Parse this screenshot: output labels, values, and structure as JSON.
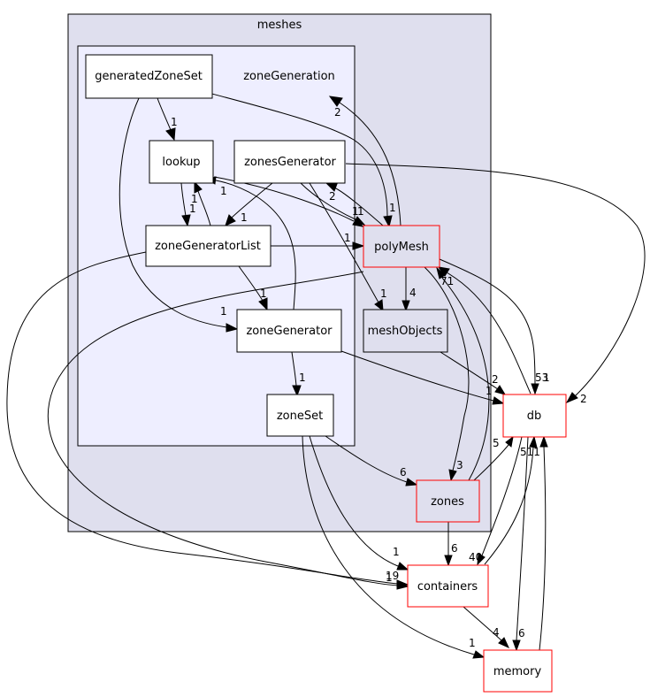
{
  "clusters": {
    "meshes": "meshes",
    "zoneGeneration": "zoneGeneration"
  },
  "nodes": {
    "generatedZoneSet": "generatedZoneSet",
    "lookup": "lookup",
    "zonesGenerator": "zonesGenerator",
    "zoneGeneratorList": "zoneGeneratorList",
    "zoneGenerator": "zoneGenerator",
    "zoneSet": "zoneSet",
    "polyMesh": "polyMesh",
    "meshObjects": "meshObjects",
    "db": "db",
    "zones": "zones",
    "containers": "containers",
    "memory": "memory"
  },
  "edge_labels": {
    "gzs_lookup": "1",
    "polymesh_zonegen": "2",
    "gzs_polymesh": "1",
    "lookup_list_a": "1",
    "lookup_list_b": "1",
    "zonegen_lookup": "1",
    "zg_list": "1",
    "zg_polymesh_a": "1",
    "zg_polymesh_b": "1",
    "polymesh_zg": "2",
    "zg_meshobjects": "1",
    "list_polymesh": "1",
    "list_zonegen": "1",
    "gzs_zonegen": "1",
    "zonegen_zoneset": "1",
    "polymesh_meshobjects": "4",
    "zg_db": "2",
    "db_polymesh_a": "53",
    "db_polymesh_b": "1",
    "polymesh_db": "71",
    "meshobjects_db": "2",
    "zonegen_db": "1",
    "zoneset_zones": "6",
    "polymesh_zones": "3",
    "zones_db": "5",
    "zones_containers": "6",
    "db_containers": "40",
    "containers_db": "511",
    "list_containers": "19",
    "polymesh_containers": "1",
    "zoneset_containers": "1",
    "zoneset_memory": "1",
    "containers_memory": "4",
    "db_memory": "6"
  }
}
